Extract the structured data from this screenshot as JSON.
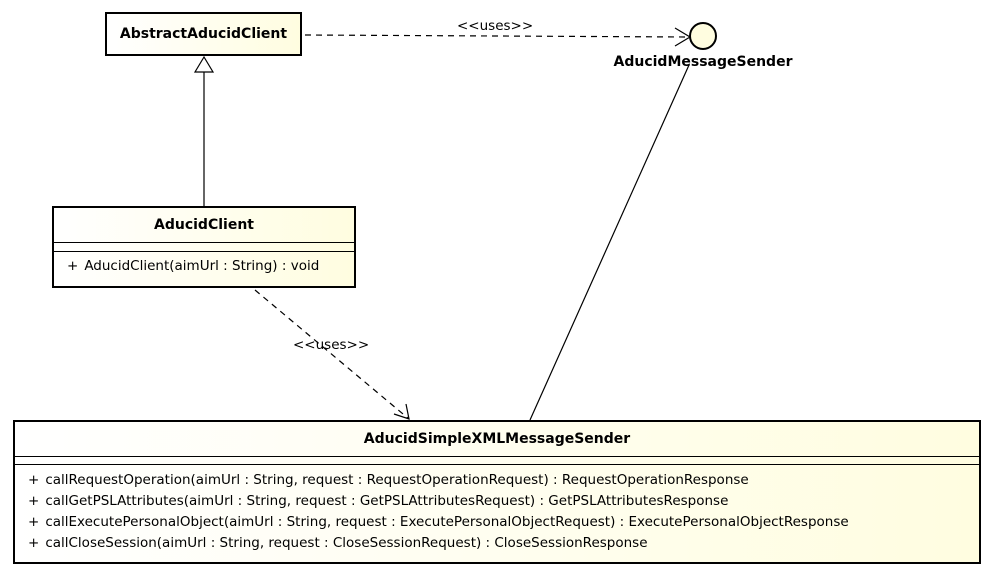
{
  "diagram": {
    "classes": {
      "abstract_client": {
        "name": "AbstractAducidClient"
      },
      "client": {
        "name": "AducidClient",
        "operations": [
          {
            "visibility": "+",
            "signature": "AducidClient(aimUrl : String) : void"
          }
        ]
      },
      "sender": {
        "name": "AducidSimpleXMLMessageSender",
        "operations": [
          {
            "visibility": "+",
            "signature": "callRequestOperation(aimUrl : String, request : RequestOperationRequest) : RequestOperationResponse"
          },
          {
            "visibility": "+",
            "signature": "callGetPSLAttributes(aimUrl : String, request : GetPSLAttributesRequest) : GetPSLAttributesResponse"
          },
          {
            "visibility": "+",
            "signature": "callExecutePersonalObject(aimUrl : String, request : ExecutePersonalObjectRequest) : ExecutePersonalObjectResponse"
          },
          {
            "visibility": "+",
            "signature": "callCloseSession(aimUrl : String, request : CloseSessionRequest) : CloseSessionResponse"
          }
        ]
      }
    },
    "interface": {
      "name": "AducidMessageSender"
    },
    "relations": {
      "uses_top": "<<uses>>",
      "uses_middle": "<<uses>>"
    },
    "colors": {
      "class_fill_start": "#ffffff",
      "class_fill_end": "#fffde0",
      "interface_fill": "#fffde0",
      "line": "#000000"
    }
  }
}
